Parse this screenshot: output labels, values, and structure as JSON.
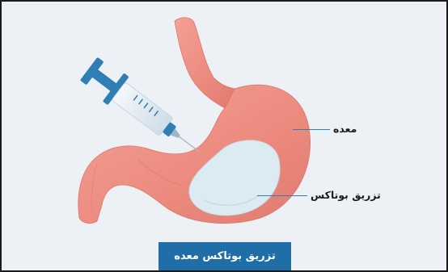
{
  "labels": {
    "stomach": "معده",
    "botox_injection": "تزریق بوتاکس"
  },
  "caption": "تزریق بوتاکس معده",
  "icons": {
    "syringe": "syringe-icon",
    "stomach": "stomach-illustration",
    "injected_area": "botox-area"
  },
  "colors": {
    "background": "#edf1f5",
    "stomach": "#ee8f84",
    "injected_area": "#dceaf1",
    "syringe": "#2f7fb5",
    "banner": "#1f6ea8",
    "border": "#1b1b1b"
  }
}
